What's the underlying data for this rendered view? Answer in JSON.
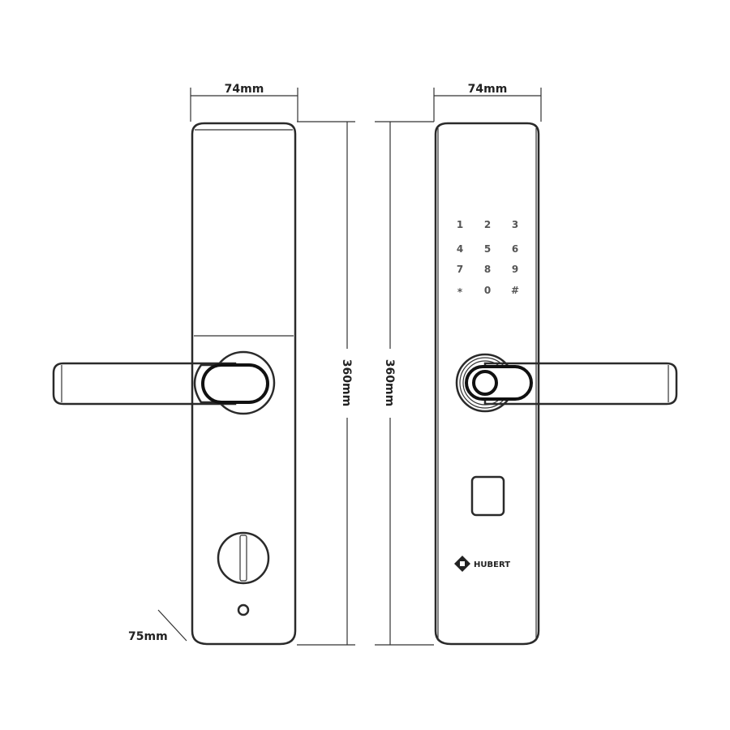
{
  "dimensions": {
    "left_width": "74mm",
    "right_width": "74mm",
    "left_height": "360mm",
    "right_height": "360mm",
    "depth": "75mm"
  },
  "keypad": [
    "1",
    "2",
    "3",
    "4",
    "5",
    "6",
    "7",
    "8",
    "9",
    "*",
    "0",
    "#"
  ],
  "brand": "HUBERT"
}
